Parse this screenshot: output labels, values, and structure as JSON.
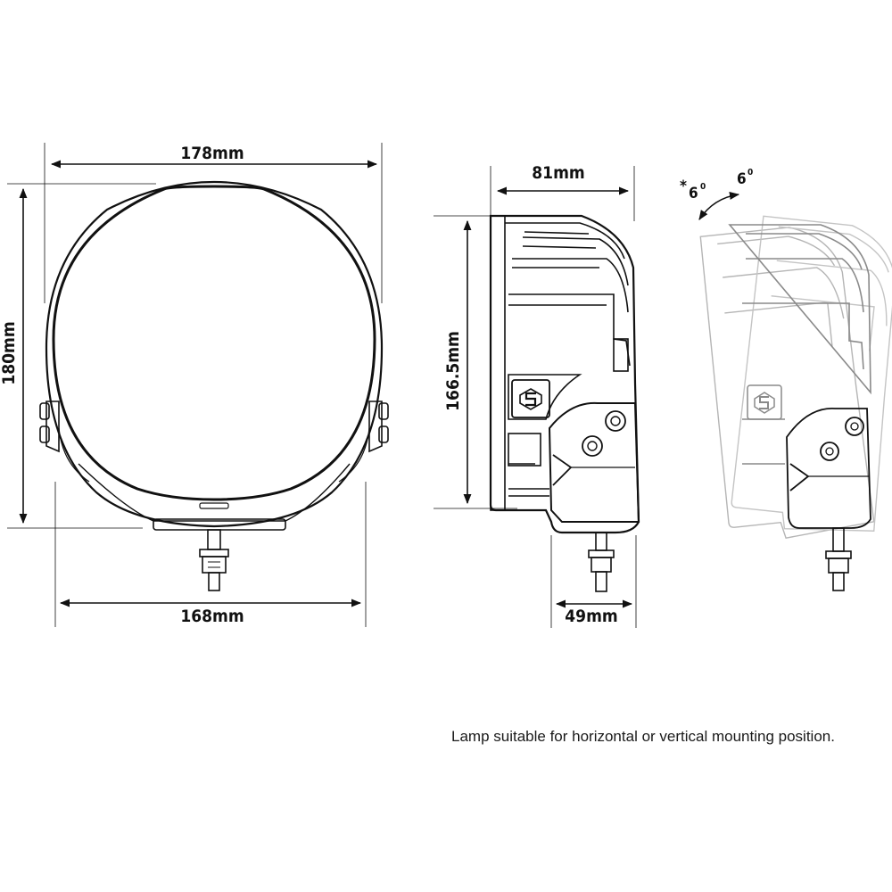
{
  "dimensions": {
    "front_width_top": "178mm",
    "front_height": "180mm",
    "front_width_bottom": "168mm",
    "side_depth": "81mm",
    "side_height": "166.5mm",
    "bracket_depth": "49mm"
  },
  "tilt": {
    "left_mark": "*",
    "left_angle": "6",
    "right_angle": "6",
    "degree_symbol": "0"
  },
  "note": "Lamp suitable for horizontal or vertical mounting position.",
  "colors": {
    "line": "#111111",
    "ghost": "#9a9a9a",
    "background": "#ffffff"
  },
  "icons": [
    "logo-s-badge",
    "arrow-icon",
    "bolt-icon"
  ]
}
